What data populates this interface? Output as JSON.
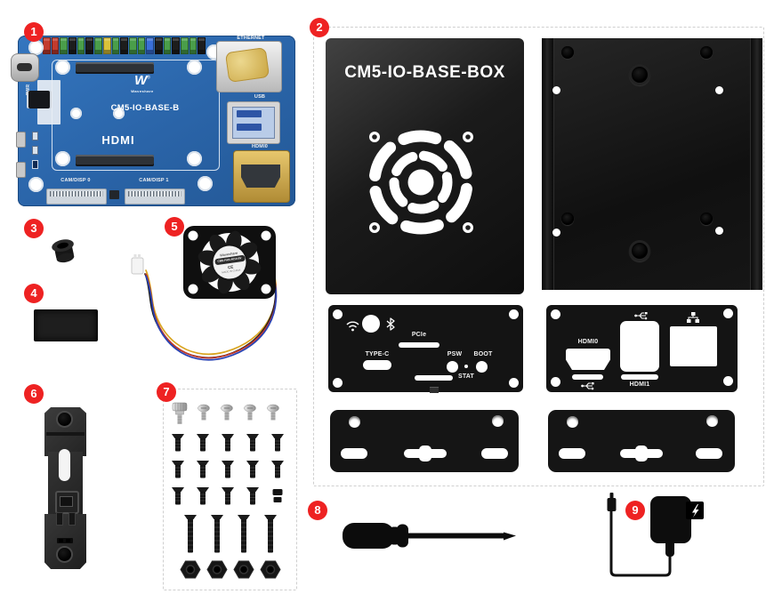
{
  "colors": {
    "badge_red": "#ee2222",
    "board_blue": "#2e6cb2",
    "case_black": "#141414",
    "gold": "#d7b356",
    "usb_blue": "#2e55a5"
  },
  "badges": [
    "1",
    "2",
    "3",
    "4",
    "5",
    "6",
    "7",
    "8",
    "9"
  ],
  "board": {
    "title": "CM5-IO-BASE-B",
    "logo_mark": "W",
    "reg": "®",
    "logo_text": "Waveshare",
    "hdmi_logo": "HDMI",
    "labels": {
      "pwr": "PWR",
      "ethernet": "ETHERNET",
      "usb": "USB",
      "hdmi": "HDMI0",
      "cam0": "CAM/DISP 0",
      "cam1": "CAM/DISP 1"
    },
    "gpio_colors": [
      "#c23b2e",
      "#c23b2e",
      "#4a9e4a",
      "#1d1d1d",
      "#4a9e4a",
      "#1d1d1d",
      "#4a9e4a",
      "#d9c23a",
      "#4a9e4a",
      "#1d1d1d",
      "#4a9e4a",
      "#4a9e4a",
      "#3a6fd8",
      "#1d1d1d",
      "#4a9e4a",
      "#1d1d1d",
      "#4a9e4a",
      "#4a9e4a",
      "#1d1d1d"
    ]
  },
  "case_top": {
    "title": "CM5-IO-BASE-BOX"
  },
  "front_panel": {
    "pcie": "PCIe",
    "type_c": "TYPE-C",
    "psw": "PSW",
    "boot": "BOOT",
    "stat": "STAT"
  },
  "rear_panel": {
    "hdmi0": "HDMI0",
    "hdmi1": "HDMI1"
  },
  "fan": {
    "brand": "Waveshare",
    "model": "CM5-FAN-4010-5V",
    "cert": "CE",
    "origin": "MADE IN CHINA"
  },
  "screw_pack": {
    "rows": [
      {
        "type": "thumb_screw",
        "count": 1
      },
      {
        "type": "silver_screw",
        "count": 4
      },
      {
        "type": "flat_screw",
        "count": 5
      },
      {
        "type": "flat_screw",
        "count": 5
      },
      {
        "type": "flat_screw",
        "count": 4
      },
      {
        "type": "spacer",
        "count": 1
      },
      {
        "type": "long_screw",
        "count": 4
      },
      {
        "type": "hex_nut",
        "count": 4
      }
    ]
  }
}
